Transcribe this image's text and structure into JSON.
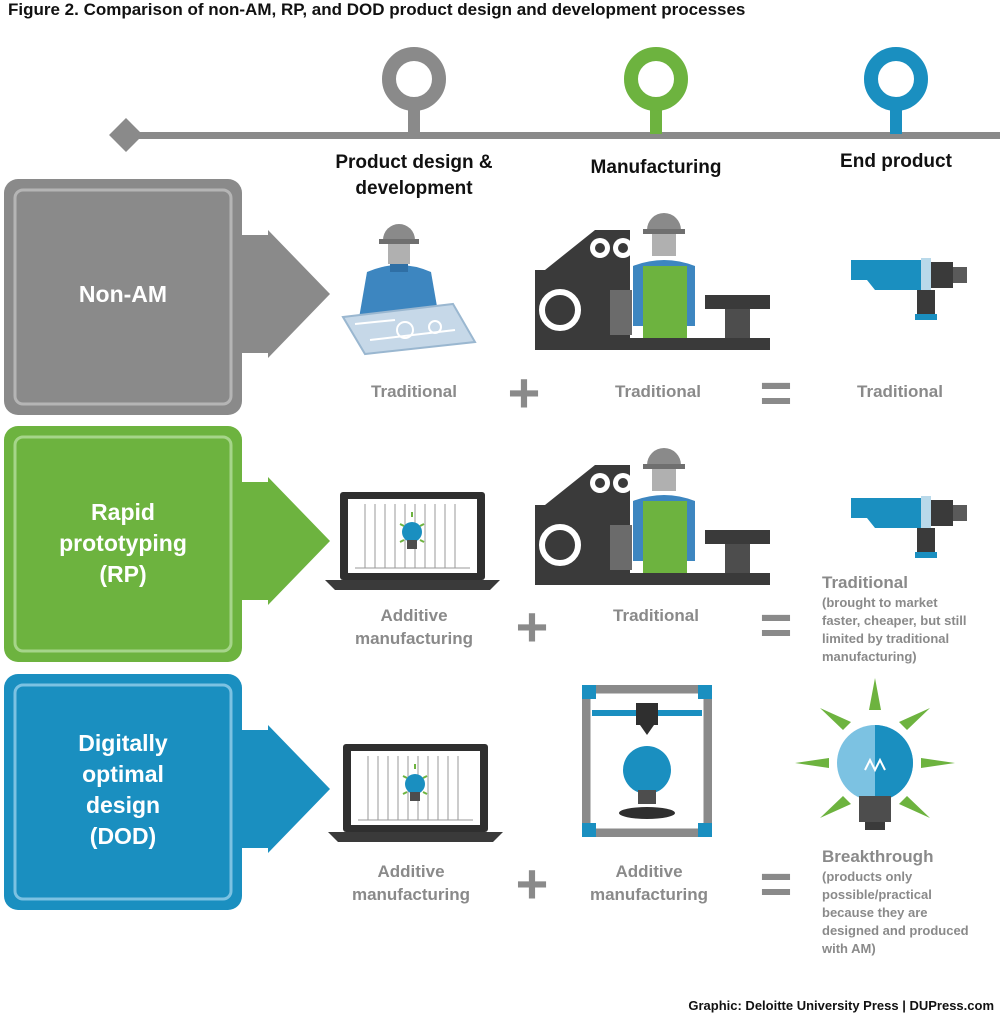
{
  "figure": {
    "title": "Figure 2. Comparison of non-AM, RP, and DOD product design and development processes",
    "credit": "Graphic: Deloitte University Press  |  DUPress.com"
  },
  "colors": {
    "gray": "#8a8a8a",
    "dark_gray": "#4d4d4d",
    "green": "#6db33f",
    "blue": "#1a8fc0",
    "timeline": "#8a8a8a"
  },
  "columns": {
    "design": "Product design &\ndevelopment",
    "manufacturing": "Manufacturing",
    "end_product": "End product"
  },
  "rows": {
    "non_am": {
      "label": "Non-AM",
      "design": "Traditional",
      "manufacturing": "Traditional",
      "end_product": "Traditional",
      "plus": "+",
      "equals": "="
    },
    "rp": {
      "label": "Rapid\nprototyping\n(RP)",
      "design": "Additive\nmanufacturing",
      "manufacturing": "Traditional",
      "end_product": "Traditional",
      "end_product_note": "(brought to market\nfaster, cheaper, but still\nlimited by traditional\nmanufacturing)",
      "plus": "+",
      "equals": "="
    },
    "dod": {
      "label": "Digitally\noptimal\ndesign\n(DOD)",
      "design": "Additive\nmanufacturing",
      "manufacturing": "Additive\nmanufacturing",
      "end_product": "Breakthrough",
      "end_product_note": "(products only\npossible/practical\nbecause they are\ndesigned and produced\nwith AM)",
      "plus": "+",
      "equals": "="
    }
  }
}
